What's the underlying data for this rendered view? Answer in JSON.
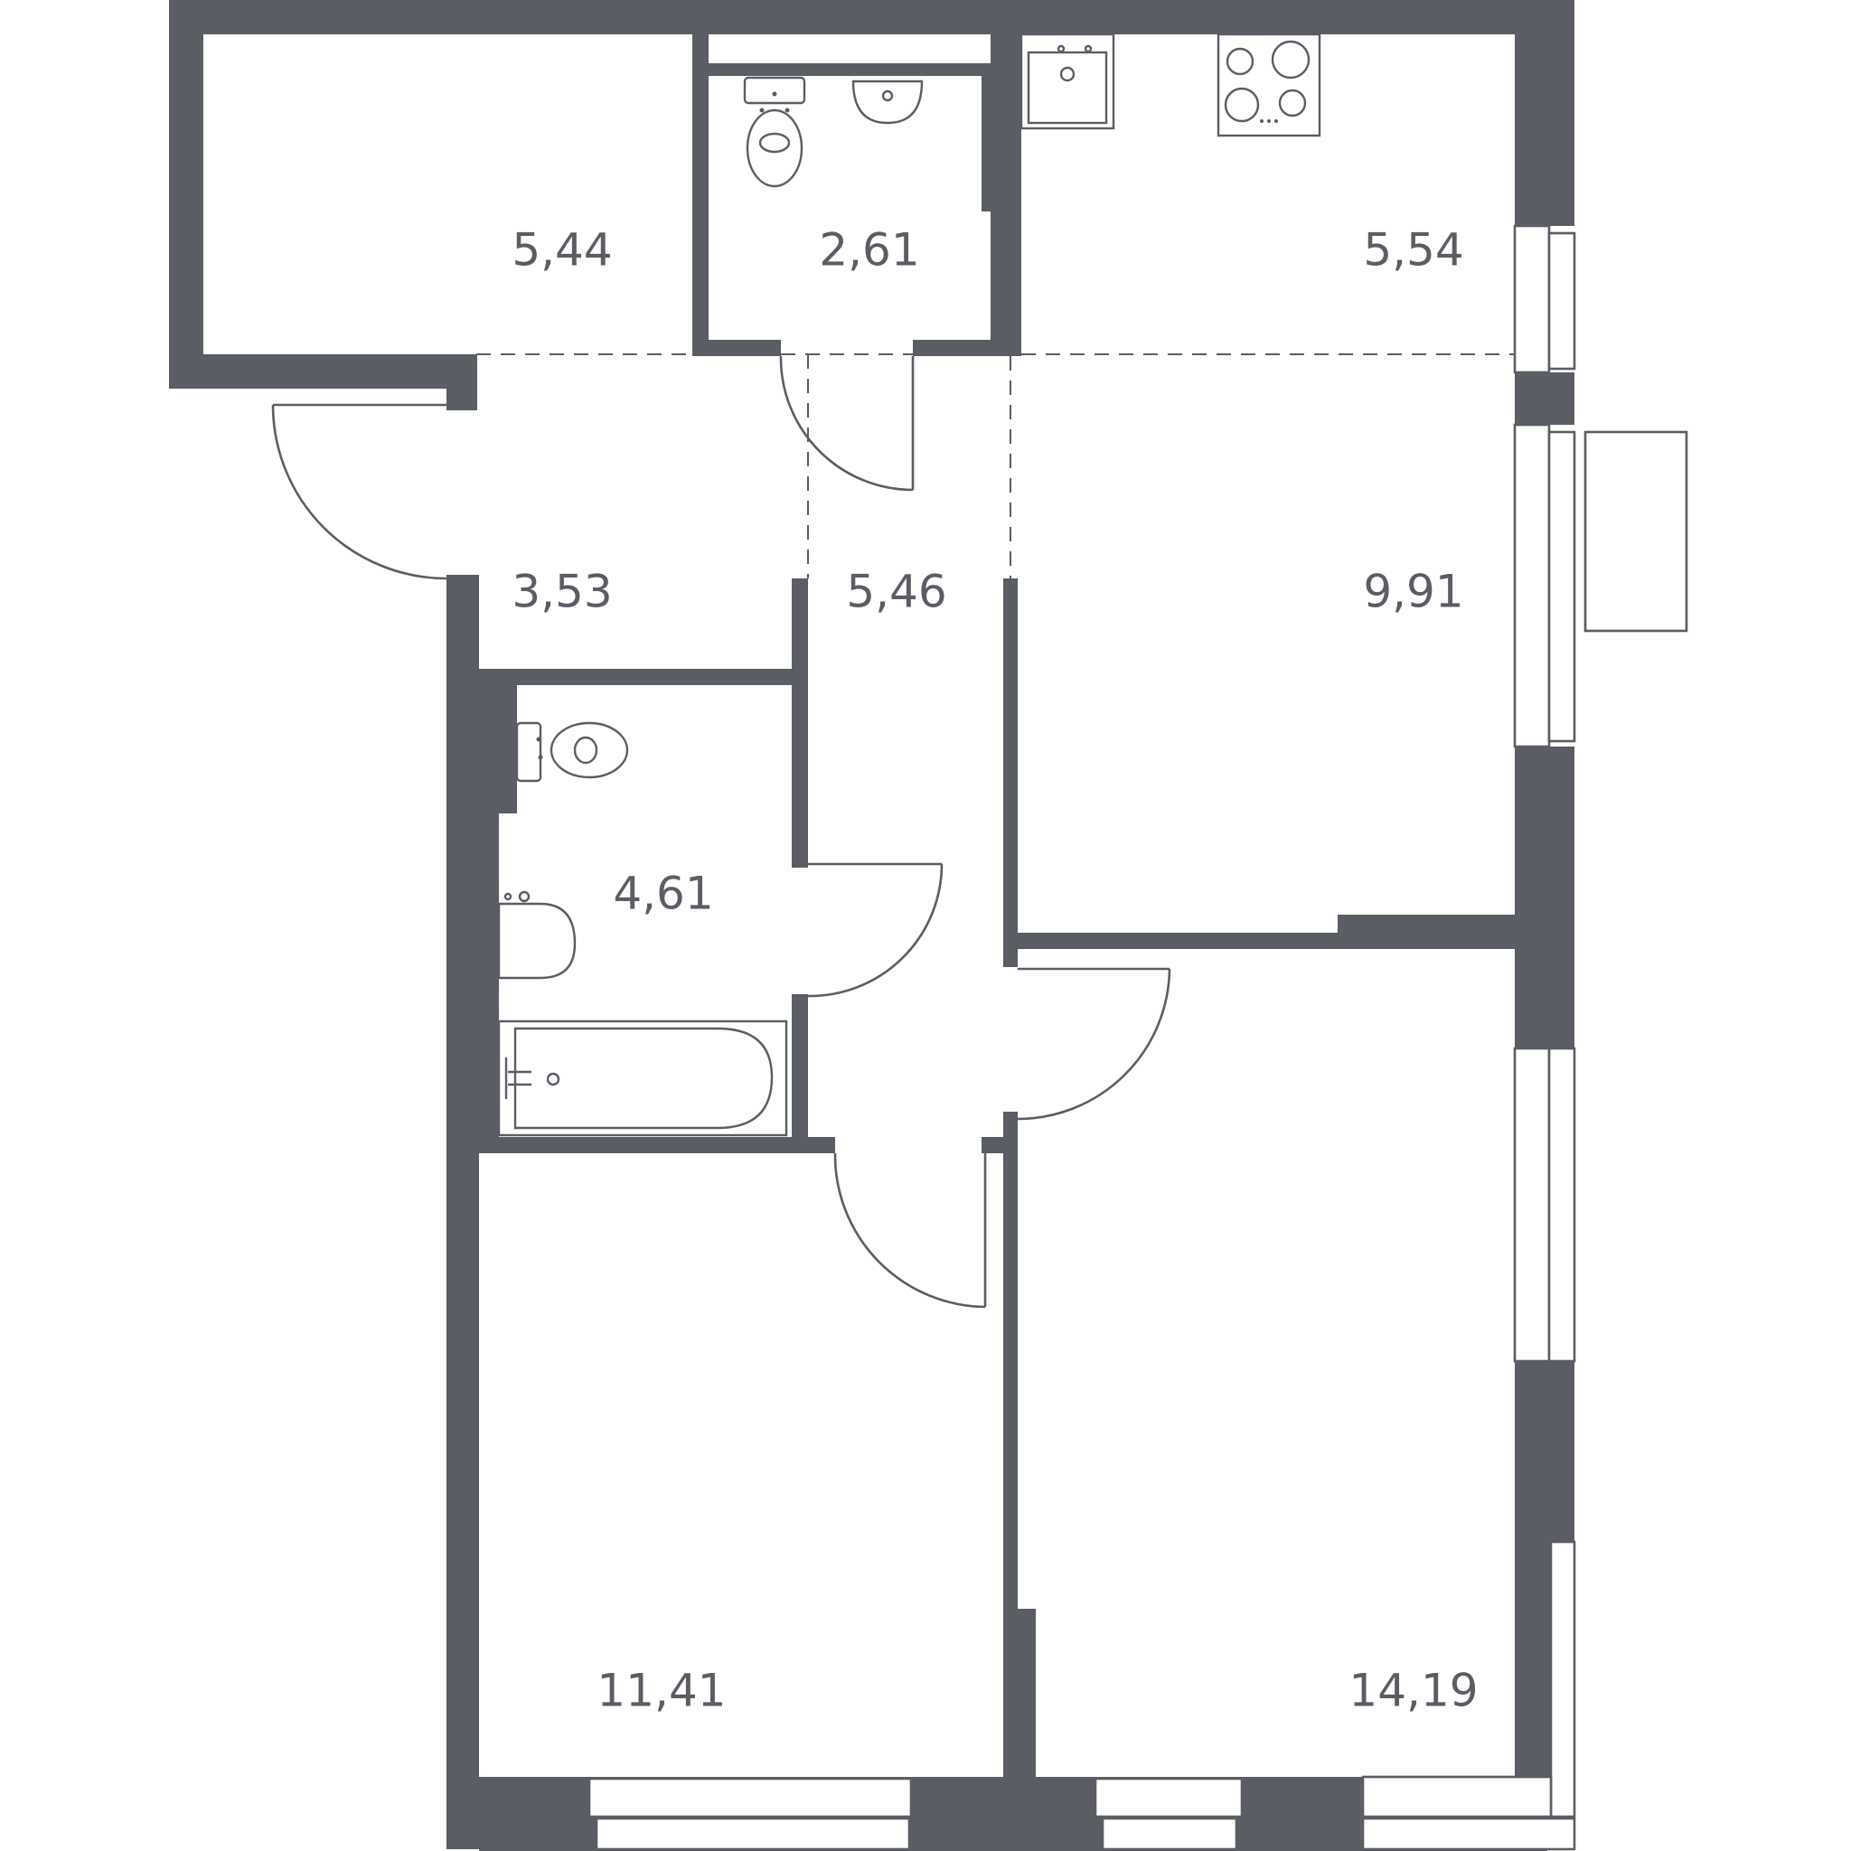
{
  "floorplan": {
    "colors": {
      "wall": "#5b5d64",
      "background": "#ffffff"
    },
    "rooms": [
      {
        "id": "storage",
        "area": "5,44"
      },
      {
        "id": "wc",
        "area": "2,61"
      },
      {
        "id": "kitchen",
        "area": "5,54"
      },
      {
        "id": "entrance-hall",
        "area": "3,53"
      },
      {
        "id": "corridor",
        "area": "5,46"
      },
      {
        "id": "living-room",
        "area": "9,91"
      },
      {
        "id": "bathroom",
        "area": "4,61"
      },
      {
        "id": "bedroom-1",
        "area": "11,41"
      },
      {
        "id": "bedroom-2",
        "area": "14,19"
      }
    ],
    "icons": [
      "toilet-icon",
      "washbasin-icon",
      "kitchen-sink-icon",
      "cooktop-icon",
      "bathtub-icon",
      "door-icon",
      "window-icon"
    ]
  }
}
